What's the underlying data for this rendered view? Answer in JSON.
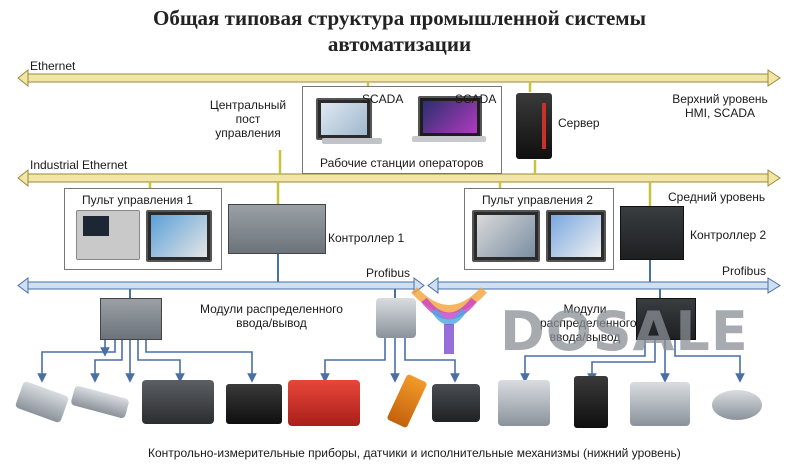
{
  "title": {
    "line1": "Общая типовая структура промышленной системы",
    "line2": "автоматизации"
  },
  "buses": {
    "ethernet": "Ethernet",
    "industrial_ethernet": "Industrial Ethernet",
    "profibus_left": "Profibus",
    "profibus_right": "Profibus"
  },
  "upper": {
    "central_post_line1": "Центральный",
    "central_post_line2": "пост",
    "central_post_line3": "управления",
    "scada_1": "SCADA",
    "scada_2": "SCADA",
    "workstations": "Рабочие станции операторов",
    "server": "Сервер",
    "level_line1": "Верхний уровень",
    "level_line2": "HMI, SCADA"
  },
  "middle": {
    "panel_1": "Пульт управления 1",
    "controller_1": "Контроллер 1",
    "panel_2": "Пульт управления 2",
    "controller_2": "Контроллер 2",
    "level": "Средний уровень"
  },
  "lower": {
    "dist_io_left_line1": "Модули распределенного",
    "dist_io_left_line2": "ввода/вывод",
    "dist_io_right_line1": "Модули",
    "dist_io_right_line2": "распределенного",
    "dist_io_right_line3": "ввода/вывод",
    "field_devices": "Контрольно-измерительные приборы, датчики и исполнительные механизмы (нижний уровень)"
  },
  "watermark": "DOSALE",
  "colors": {
    "ethernet_bus": "#f2e6a6",
    "ethernet_border": "#9a8a3a",
    "profibus_bus": "#cfe0f3",
    "profibus_border": "#4a6fa5",
    "connector": "#c9c23a",
    "watermark": "#8a8f96"
  }
}
